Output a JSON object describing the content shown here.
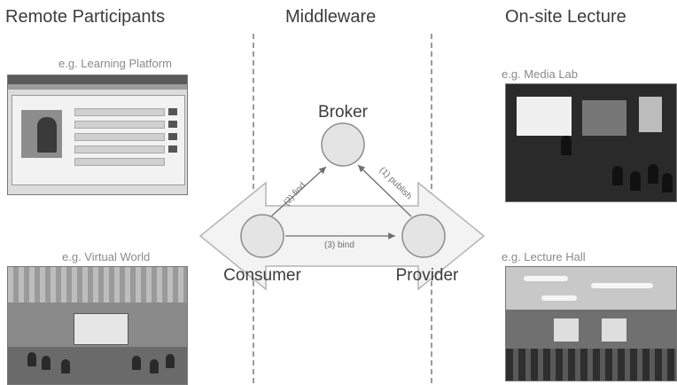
{
  "columns": {
    "left_heading": "Remote Participants",
    "middle_heading": "Middleware",
    "right_heading": "On-site Lecture"
  },
  "examples": {
    "learning_platform": "e.g. Learning Platform",
    "virtual_world": "e.g. Virtual World",
    "media_lab": "e.g. Media Lab",
    "lecture_hall": "e.g. Lecture Hall"
  },
  "nodes": {
    "broker": "Broker",
    "consumer": "Consumer",
    "provider": "Provider"
  },
  "edges": {
    "find": "(2) find",
    "publish": "(1) publish",
    "bind": "(3) bind"
  },
  "colors": {
    "node_fill": "#e4e4e4",
    "node_stroke": "#8c8c8c",
    "arrow_fill": "#f3f3f3",
    "arrow_stroke": "#b5b5b5",
    "edge": "#6f6f6f"
  }
}
